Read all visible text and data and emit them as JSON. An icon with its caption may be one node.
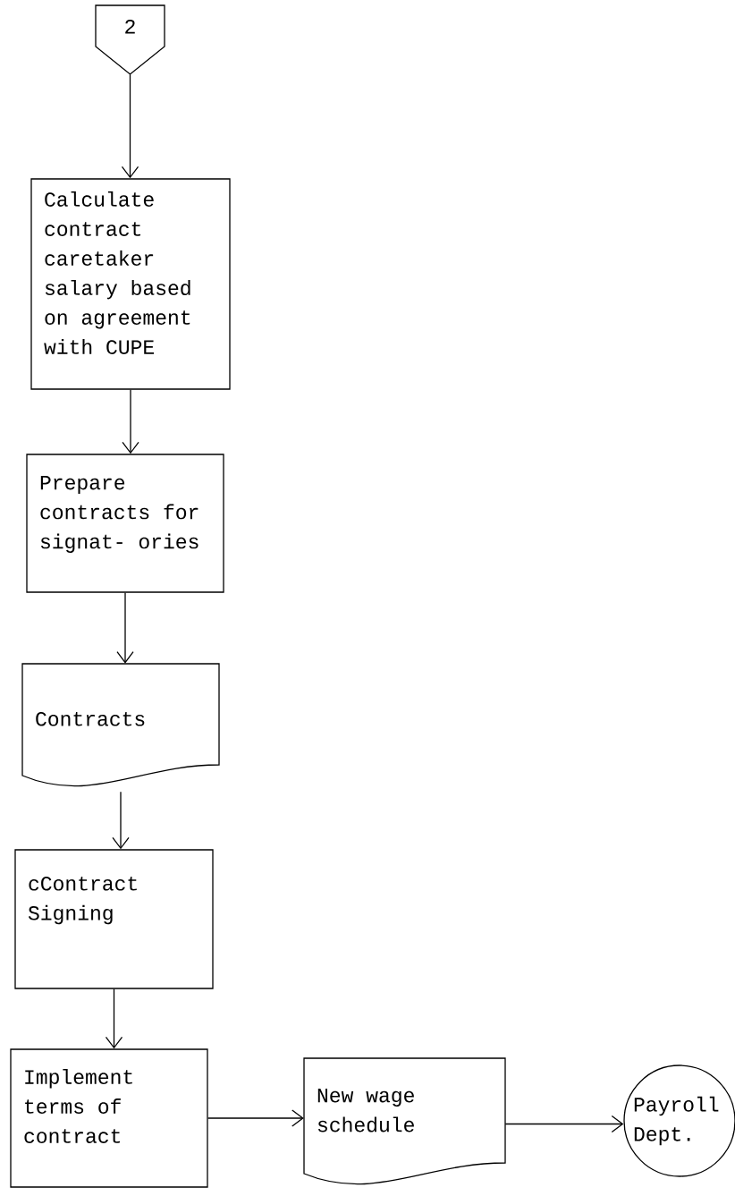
{
  "diagram": {
    "nodes": [
      {
        "text": [
          "2"
        ]
      },
      {
        "text": [
          "Calculate contract caretaker salary based on agreement with CUPE"
        ]
      },
      {
        "text": [
          "Prepare contracts for signat- ories"
        ]
      },
      {
        "text": [
          "Contracts"
        ]
      },
      {
        "text": [
          "cContract Signing"
        ]
      },
      {
        "text": [
          "Implement terms of contract"
        ]
      },
      {
        "text": [
          "New wage schedule"
        ]
      },
      {
        "text": [
          "Payroll Dept."
        ]
      }
    ],
    "edges": [
      {
        "from": 0,
        "to": 1,
        "arrow": "to"
      },
      {
        "from": 1,
        "to": 2,
        "arrow": "to"
      },
      {
        "from": 2,
        "to": 3,
        "arrow": "to"
      },
      {
        "from": 3,
        "to": 4,
        "arrow": "to"
      },
      {
        "from": 4,
        "to": 5,
        "arrow": "to"
      },
      {
        "from": 5,
        "to": 6,
        "arrow": "to"
      },
      {
        "from": 6,
        "to": 7,
        "arrow": "to"
      }
    ]
  }
}
